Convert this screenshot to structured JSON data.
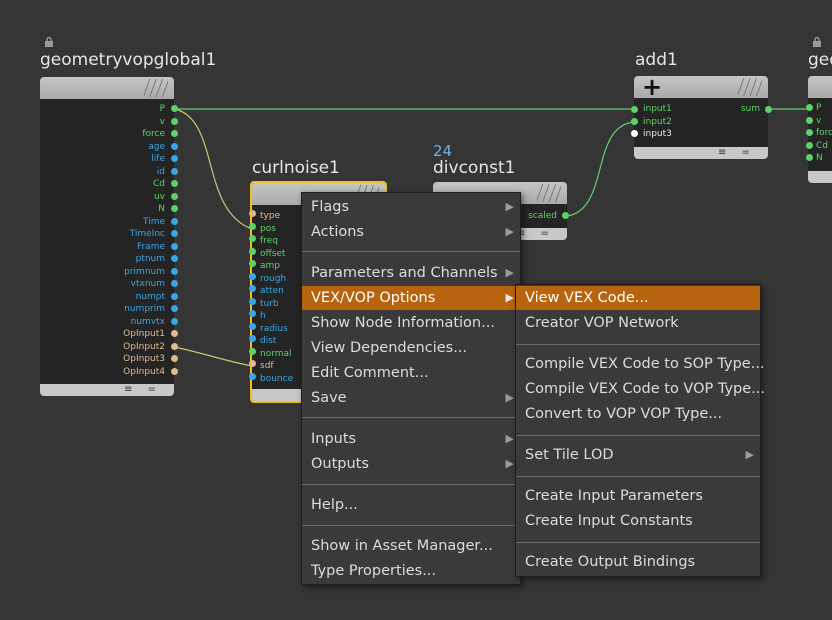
{
  "nodes": {
    "geometryvopglobal1": {
      "title": "geometryvopglobal1",
      "outputs": [
        {
          "label": "P",
          "color": "#5fd16a"
        },
        {
          "label": "v",
          "color": "#5fd16a"
        },
        {
          "label": "force",
          "color": "#5fd16a"
        },
        {
          "label": "age",
          "color": "#39a6e8"
        },
        {
          "label": "life",
          "color": "#39a6e8"
        },
        {
          "label": "id",
          "color": "#39a6e8"
        },
        {
          "label": "Cd",
          "color": "#5fd16a"
        },
        {
          "label": "uv",
          "color": "#5fd16a"
        },
        {
          "label": "N",
          "color": "#5fd16a"
        },
        {
          "label": "Time",
          "color": "#39a6e8"
        },
        {
          "label": "TimeInc",
          "color": "#39a6e8"
        },
        {
          "label": "Frame",
          "color": "#39a6e8"
        },
        {
          "label": "ptnum",
          "color": "#39a6e8"
        },
        {
          "label": "primnum",
          "color": "#39a6e8"
        },
        {
          "label": "vtxnum",
          "color": "#39a6e8"
        },
        {
          "label": "numpt",
          "color": "#39a6e8"
        },
        {
          "label": "numprim",
          "color": "#39a6e8"
        },
        {
          "label": "numvtx",
          "color": "#39a6e8"
        },
        {
          "label": "OpInput1",
          "color": "#e0b98f"
        },
        {
          "label": "OpInput2",
          "color": "#e0b98f"
        },
        {
          "label": "OpInput3",
          "color": "#e0b98f"
        },
        {
          "label": "OpInput4",
          "color": "#e0b98f"
        }
      ]
    },
    "curlnoise1": {
      "title": "curlnoise1",
      "inputs": [
        {
          "label": "type",
          "color": "#e0b98f"
        },
        {
          "label": "pos",
          "color": "#5fd16a"
        },
        {
          "label": "freq",
          "color": "#5fd16a"
        },
        {
          "label": "offset",
          "color": "#5fd16a"
        },
        {
          "label": "amp",
          "color": "#5fd16a"
        },
        {
          "label": "rough",
          "color": "#39a6e8"
        },
        {
          "label": "atten",
          "color": "#39a6e8"
        },
        {
          "label": "turb",
          "color": "#39a6e8"
        },
        {
          "label": "h",
          "color": "#39a6e8"
        },
        {
          "label": "radius",
          "color": "#39a6e8"
        },
        {
          "label": "dist",
          "color": "#39a6e8"
        },
        {
          "label": "normal",
          "color": "#5fd16a"
        },
        {
          "label": "sdf",
          "color": "#e0b98f"
        },
        {
          "label": "bounce",
          "color": "#39a6e8"
        }
      ]
    },
    "divconst1": {
      "title": "divconst1",
      "number": "24",
      "output": "scaled"
    },
    "add1": {
      "title": "add1",
      "inputs": [
        "input1",
        "input2",
        "input3"
      ],
      "output": "sum"
    },
    "geometryvopoutput1": {
      "title": "geo",
      "inputs": [
        {
          "label": "P",
          "color": "#5fd16a"
        },
        {
          "label": "v",
          "color": "#5fd16a"
        },
        {
          "label": "force",
          "color": "#5fd16a"
        },
        {
          "label": "Cd",
          "color": "#5fd16a"
        },
        {
          "label": "N",
          "color": "#5fd16a"
        }
      ]
    }
  },
  "footer_icons": "≡ = −",
  "context_menu": {
    "items": [
      "Flags",
      "Actions",
      "Parameters and Channels",
      "VEX/VOP Options",
      "Show Node Information...",
      "View Dependencies...",
      "Edit Comment...",
      "Save",
      "Inputs",
      "Outputs",
      "Help...",
      "Show in Asset Manager...",
      "Type Properties..."
    ],
    "submenu_arrow": "▶"
  },
  "submenu": {
    "items": [
      "View VEX Code...",
      "Creator VOP Network",
      "Compile VEX Code to SOP Type...",
      "Compile VEX Code to VOP Type...",
      "Convert to VOP VOP Type...",
      "Set Tile LOD",
      "Create Input Parameters",
      "Create Input Constants",
      "Create Output Bindings"
    ]
  },
  "colors": {
    "background": "#353535",
    "highlight": "#b8640e",
    "wire": "#5fd16a",
    "selected_border": "#f0c020"
  }
}
